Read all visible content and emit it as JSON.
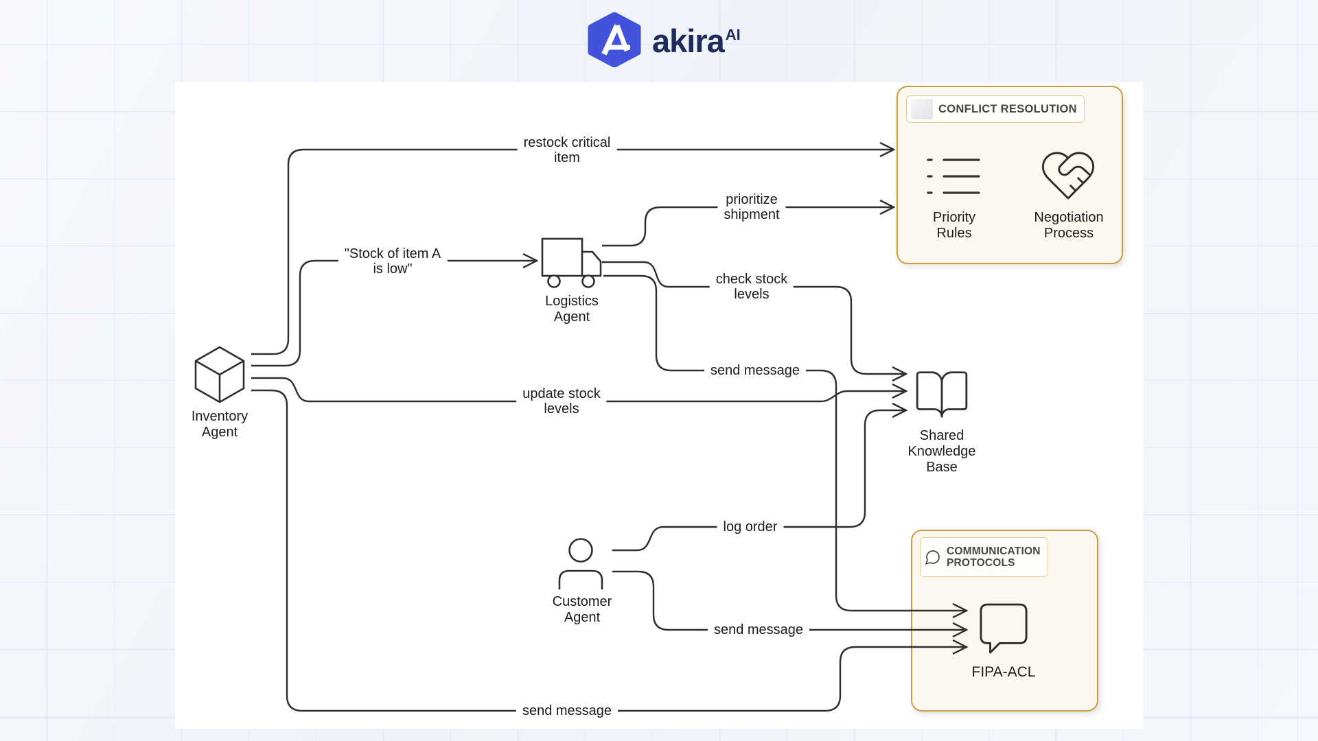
{
  "logo": {
    "brand": "akira",
    "superscript": "AI",
    "hexagon_color": "#4352db",
    "text_color": "#1d2a5a"
  },
  "colors": {
    "background": "#f2f5fa",
    "canvas": "#ffffff",
    "line": "#2e2e2e",
    "group_border": "#cf9a45",
    "group_fill": "#faf8ef"
  },
  "diagram": {
    "nodes": {
      "inventory_agent": {
        "label": "Inventory\nAgent",
        "icon": "cube-icon"
      },
      "logistics_agent": {
        "label": "Logistics\nAgent",
        "icon": "truck-icon"
      },
      "customer_agent": {
        "label": "Customer\nAgent",
        "icon": "person-icon"
      },
      "shared_knowledge_base": {
        "label": "Shared\nKnowledge\nBase",
        "icon": "open-book-icon"
      }
    },
    "groups": {
      "conflict_resolution": {
        "title": "CONFLICT RESOLUTION",
        "items": [
          {
            "label": "Priority\nRules",
            "icon": "list-icon"
          },
          {
            "label": "Negotiation\nProcess",
            "icon": "heart-handshake-icon"
          }
        ]
      },
      "communication_protocols": {
        "title": "COMMUNICATION\nPROTOCOLS",
        "title_icon": "speech-bubble-icon",
        "items": [
          {
            "label": "FIPA-ACL",
            "icon": "message-square-icon"
          }
        ]
      }
    },
    "edges": [
      {
        "from": "Inventory Agent",
        "to": "Conflict Resolution",
        "label": "restock critical\nitem"
      },
      {
        "from": "Logistics Agent",
        "to": "Conflict Resolution",
        "label": "prioritize\nshipment"
      },
      {
        "from": "Inventory Agent",
        "to": "Logistics Agent",
        "label": "\"Stock of item A\nis low\""
      },
      {
        "from": "Logistics Agent",
        "to": "Shared Knowledge Base",
        "label": "check stock\nlevels"
      },
      {
        "from": "Logistics Agent",
        "to": "FIPA-ACL",
        "label": "send message"
      },
      {
        "from": "Inventory Agent",
        "to": "Shared Knowledge Base",
        "label": "update stock\nlevels"
      },
      {
        "from": "Customer Agent",
        "to": "Shared Knowledge Base",
        "label": "log order"
      },
      {
        "from": "Customer Agent",
        "to": "FIPA-ACL",
        "label": "send message"
      },
      {
        "from": "Inventory Agent",
        "to": "FIPA-ACL",
        "label": "send message"
      }
    ]
  }
}
